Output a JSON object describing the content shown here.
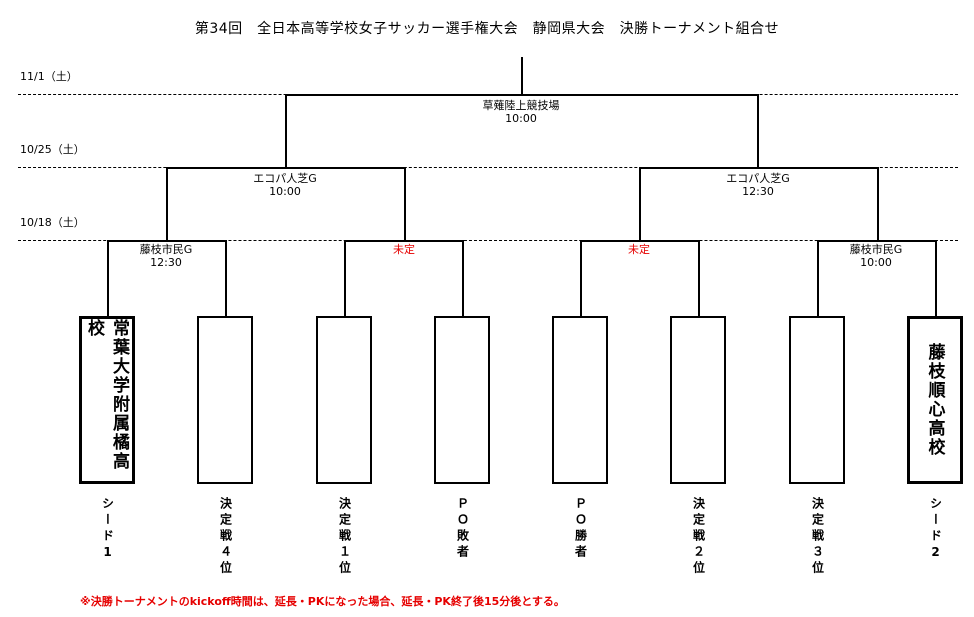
{
  "title": "第34回　全日本高等学校女子サッカー選手権大会　静岡県大会　決勝トーナメント組合せ",
  "dates": {
    "final": "11/1（土）",
    "semifinal": "10/25（土）",
    "quarterfinal": "10/18（土）"
  },
  "venues": {
    "final": {
      "place": "草薙陸上競技場",
      "time": "10:00"
    },
    "semi_left": {
      "place": "エコパ人芝G",
      "time": "10:00"
    },
    "semi_right": {
      "place": "エコパ人芝G",
      "time": "12:30"
    },
    "qf1": {
      "place": "藤枝市民G",
      "time": "12:30"
    },
    "qf2": {
      "place": "未定"
    },
    "qf3": {
      "place": "未定"
    },
    "qf4": {
      "place": "藤枝市民G",
      "time": "10:00"
    }
  },
  "teams": [
    {
      "name": "常葉大学附属橘高校",
      "slot": "シード1"
    },
    {
      "name": "",
      "slot": "決定戦４位"
    },
    {
      "name": "",
      "slot": "決定戦１位"
    },
    {
      "name": "",
      "slot": "ＰＯ敗者"
    },
    {
      "name": "",
      "slot": "ＰＯ勝者"
    },
    {
      "name": "",
      "slot": "決定戦２位"
    },
    {
      "name": "",
      "slot": "決定戦３位"
    },
    {
      "name": "藤枝順心高校",
      "slot": "シード2"
    }
  ],
  "note": "※決勝トーナメントのkickoff時間は、延長・PKになった場合、延長・PK終了後15分後とする。",
  "colors": {
    "line": "#000000",
    "note": "#e60000"
  }
}
